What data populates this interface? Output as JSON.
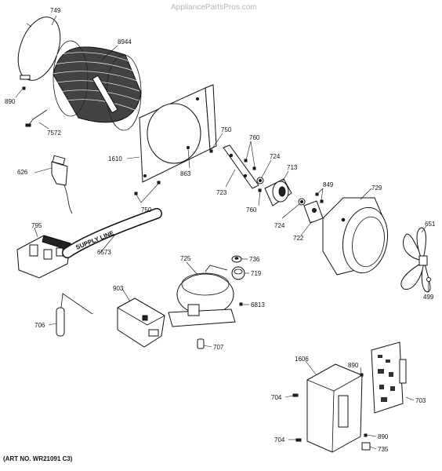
{
  "watermark": "AppliancePartsPros.com",
  "art_number": "(ART NO. WR21091 C3)",
  "callouts": {
    "c749": "749",
    "c8944": "8944",
    "c890a": "890",
    "c7572": "7572",
    "c750a": "750",
    "c1610": "1610",
    "c863": "863",
    "c760a": "760",
    "c724a": "724",
    "c713": "713",
    "c723": "723",
    "c750b": "750",
    "c626": "626",
    "c849": "849",
    "c729": "729",
    "c760b": "760",
    "c724b": "724",
    "c722": "722",
    "c651": "651",
    "c795": "795",
    "c6573": "6573",
    "c725": "725",
    "c736": "736",
    "c719": "719",
    "c499": "499",
    "c903": "903",
    "c6813": "6813",
    "c706": "706",
    "c707": "707",
    "c1606": "1606",
    "c890b": "890",
    "c704a": "704",
    "c703": "703",
    "c704b": "704",
    "c890c": "890",
    "c735": "735"
  },
  "supply_line_label": "SUPPLY LINE"
}
